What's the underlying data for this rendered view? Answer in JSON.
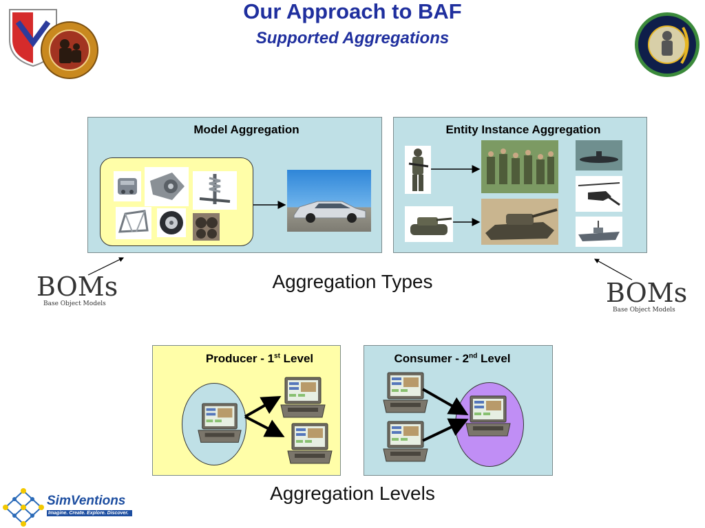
{
  "header": {
    "title": "Our Approach to BAF",
    "subtitle": "Supported Aggregations"
  },
  "aggregation_types": {
    "model": {
      "title": "Model Aggregation"
    },
    "entity": {
      "title": "Entity Instance Aggregation"
    },
    "label": "Aggregation Types"
  },
  "boms": {
    "left": {
      "name": "BOMs",
      "caption": "Base Object Models"
    },
    "right": {
      "name": "BOMs",
      "caption": "Base Object Models"
    }
  },
  "aggregation_levels": {
    "producer": {
      "prefix": "Producer - 1",
      "sup": "st",
      "suffix": " Level"
    },
    "consumer": {
      "prefix": "Consumer - 2",
      "sup": "nd",
      "suffix": "  Level"
    },
    "label": "Aggregation Levels"
  },
  "footer": {
    "logo_name": "SimVentions",
    "tagline": "Imagine.  Create.  Explore.  Discover."
  },
  "icons": [
    "army-shield-logo",
    "simulation-center-seal-logo",
    "car-part-icon",
    "car-icon",
    "soldier-icon",
    "troops-icon",
    "tank-icon",
    "submarine-icon",
    "helicopter-icon",
    "warship-icon",
    "laptop-icon",
    "simventions-logo"
  ],
  "colors": {
    "title": "#1f2f9e",
    "panel_blue": "#bfe0e6",
    "panel_yellow": "#fffea8",
    "consumer_circle": "#c08ef5"
  }
}
